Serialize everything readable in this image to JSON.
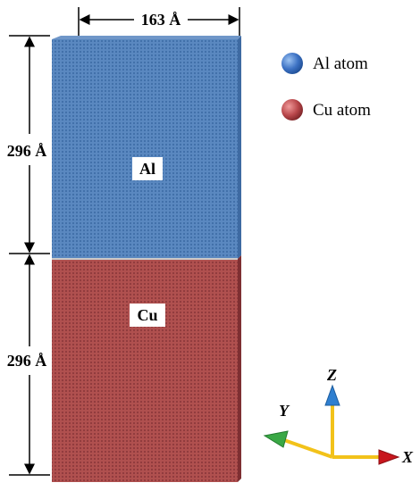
{
  "dimensions": {
    "width_label": "163 Å",
    "al_height_label": "296 Å",
    "cu_height_label": "296 Å"
  },
  "blocks": {
    "al": {
      "label": "Al",
      "color": "#4f7fb8"
    },
    "cu": {
      "label": "Cu",
      "color": "#a8474a"
    }
  },
  "legend": [
    {
      "label": "Al atom",
      "color": "#3d72c4"
    },
    {
      "label": "Cu atom",
      "color": "#b9474b"
    }
  ],
  "axes": {
    "x": {
      "label": "X",
      "color": "#c8161d"
    },
    "y": {
      "label": "Y",
      "color": "#39a845"
    },
    "z": {
      "label": "Z",
      "color": "#2f7fd0"
    },
    "shaft_color": "#f2c21a"
  }
}
